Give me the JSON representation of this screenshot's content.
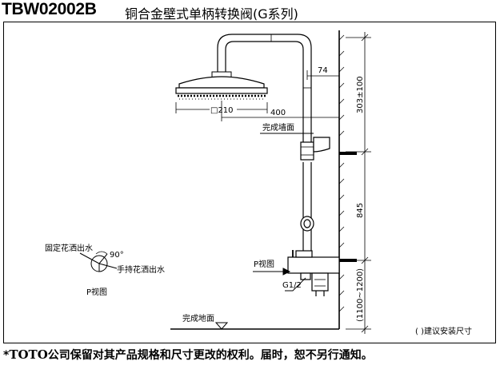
{
  "title": {
    "model": "TBW02002B",
    "name": "铜合金壁式单柄转换阀(G系列)"
  },
  "dimensions": {
    "d74": "74",
    "d210": "□210",
    "d400": "400",
    "d303": "303±100",
    "d845": "845",
    "d1100": "(1100~1200)"
  },
  "labels": {
    "finished_wall": "完成墙面",
    "finished_floor": "完成地面",
    "p_view_arrow": "P视图",
    "g_thread": "G1/2",
    "fixed_shower": "固定花洒出水",
    "angle": "90°",
    "hand_shower": "手持花洒出水",
    "p_view": "P视图",
    "note": "(  )建议安装尺寸"
  },
  "footer": {
    "prefix": "*",
    "brand": "TOTO",
    "text": "公司保留对其产品规格和尺寸更改的权利。届时，恕不另行通知。"
  }
}
